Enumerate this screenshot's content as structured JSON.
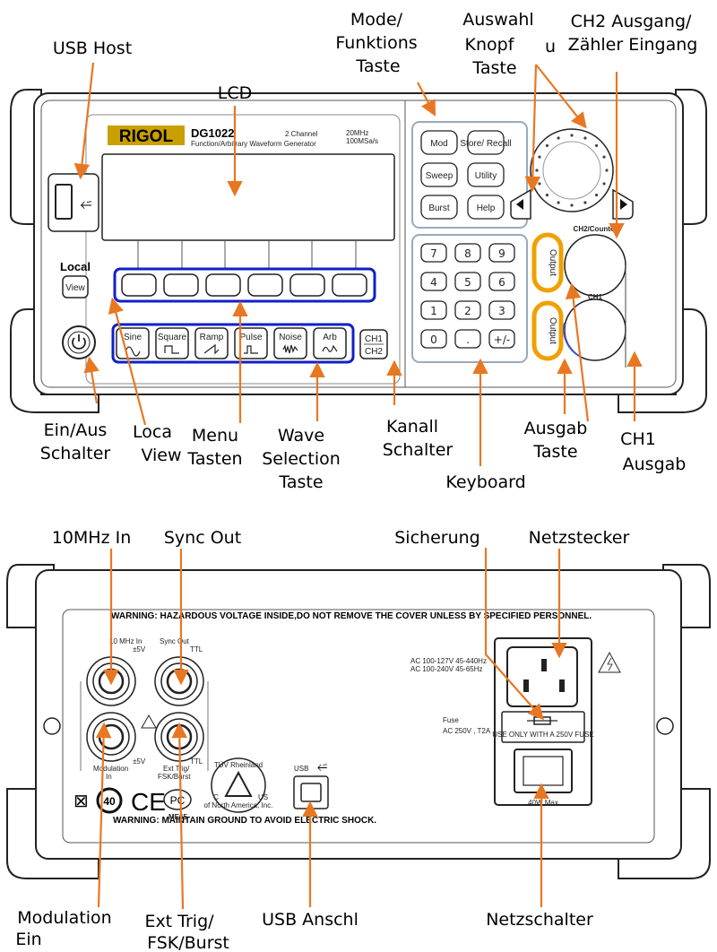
{
  "front": {
    "device": {
      "brand": "RIGOL",
      "model": "DG1022",
      "subtitle": "Function/Arbitrary Waveform Generator",
      "channels": "2 Channel",
      "spec_line1": "20MHz",
      "spec_line2": "100MSa/s",
      "local_label": "Local",
      "view_key": "View",
      "function_keys": [
        "Mod",
        "Store/ Recall",
        "Sweep",
        "Utility",
        "Burst",
        "Help"
      ],
      "wave_keys": [
        "Sine",
        "Square",
        "Ramp",
        "Pulse",
        "Noise",
        "Arb"
      ],
      "channel_switch": [
        "CH1",
        "CH2"
      ],
      "numpad": [
        "7",
        "8",
        "9",
        "4",
        "5",
        "6",
        "1",
        "2",
        "3",
        "0",
        ".",
        "+/-"
      ],
      "output_label": "Output",
      "ch2_counter_label": "CH2/Counter",
      "ch1_label": "CH1"
    },
    "callouts": {
      "usb_host": "USB Host",
      "lcd": "LCD",
      "mode_1": "Mode/",
      "mode_2": "Funktions",
      "mode_3": "Taste",
      "auswahl_1": "Auswahl",
      "auswahl_2": "Knopf",
      "auswahl_u": "u",
      "auswahl_3": "Taste",
      "ch2_1": "CH2 Ausgang/",
      "ch2_2": "Zähler Eingang",
      "power_1": "Ein/Aus",
      "power_2": "Schalter",
      "local_1": "Loca",
      "local_2": "View",
      "menu_1": "Menu",
      "menu_2": "Tasten",
      "wave_1": "Wave",
      "wave_2": "Selection",
      "wave_3": "Taste",
      "kanal_1": "Kanall",
      "kanal_2": "Schalter",
      "keyboard": "Keyboard",
      "ausgab_1": "Ausgab",
      "ausgab_2": "Taste",
      "ch1_1": "CH1",
      "ch1_2": "Ausgab"
    }
  },
  "rear": {
    "device": {
      "warning_top": "WARNING: HAZARDOUS VOLTAGE INSIDE,DO NOT REMOVE THE COVER  UNLESS BY SPECIFIED PERSONNEL.",
      "warning_bottom": "WARNING: MAINTAIN GROUND TO AVOID ELECTRIC SHOCK.",
      "port_10mhz": "10 MHz In",
      "port_sync": "Sync Out",
      "port_mod_1": "Modulation",
      "port_mod_2": "In",
      "port_ext_1": "Ext Trig/",
      "port_ext_2": "FSK/Burst",
      "rating_5v": "±5V",
      "ttl": "TTL",
      "ac_line1": "AC 100-127V  45-440Hz",
      "ac_line2": "AC 100-240V  45-65Hz",
      "fuse_1": "Fuse",
      "fuse_2": "AC 250V , T2A",
      "fuse_note": "USE ONLY WITH A 250V FUSE",
      "max_power": "40W Max",
      "usb": "USB",
      "cert_mark": "ME65",
      "cert_40": "40",
      "ce": "CE",
      "pc": "PC",
      "tuv_1": "TÜV Rheinland",
      "tuv_2": "of North America, Inc.",
      "c_mark": "C",
      "us_mark": "US"
    },
    "callouts": {
      "in10": "10MHz In",
      "sync": "Sync Out",
      "sicherung": "Sicherung",
      "netzstecker": "Netzstecker",
      "mod_1": "Modulation",
      "mod_2": "Ein",
      "ext_1": "Ext Trig/",
      "ext_2": "FSK/Burst",
      "usb": "USB Anschl",
      "netzschalter": "Netzschalter"
    }
  },
  "colors": {
    "callout_arrow": "#e87722",
    "highlight_box": "#1020c8",
    "output_ring": "#f0a000",
    "brand_bg": "#c9a000"
  }
}
